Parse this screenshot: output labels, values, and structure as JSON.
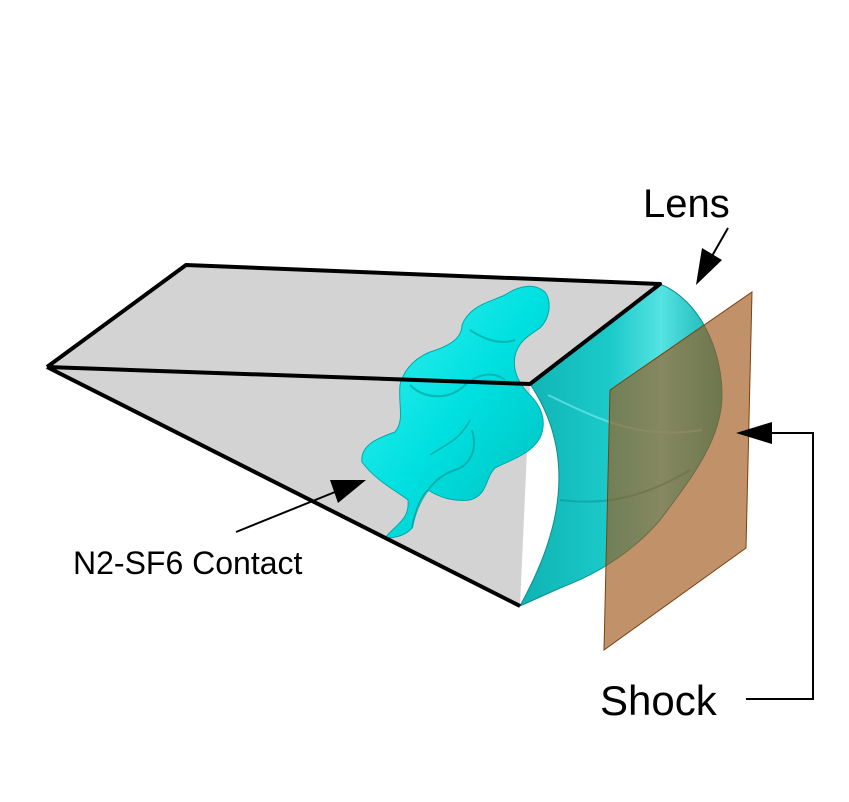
{
  "labels": {
    "lens": "Lens",
    "contact": "N2-SF6 Contact",
    "shock": "Shock"
  },
  "colors": {
    "background": "#ffffff",
    "outline": "#000000",
    "box_face": "#d3d3d3",
    "contact_surface": "#00e5e5",
    "contact_dark": "#00b8b8",
    "lens_surface": "#19c4c4",
    "lens_highlight": "#4fe0e0",
    "shock_plane": "#a0581a",
    "shock_opacity": "0.65"
  },
  "icons": {
    "lens_arrow": "arrow-down-left-icon",
    "contact_arrow": "arrow-up-right-icon",
    "shock_arrow": "arrow-left-icon"
  }
}
